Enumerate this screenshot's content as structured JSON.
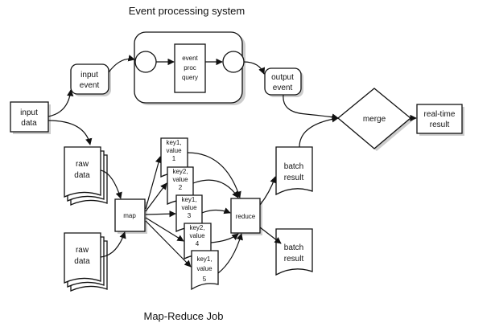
{
  "diagram": {
    "top_title": "Event processing system",
    "bottom_title": "Map-Reduce Job",
    "nodes": {
      "input_data": [
        "input",
        "data"
      ],
      "input_event": [
        "input",
        "event"
      ],
      "event_query": [
        "event",
        "proc",
        "query"
      ],
      "output_event": [
        "output",
        "event"
      ],
      "merge": "merge",
      "realtime_result": [
        "real-time",
        "result"
      ],
      "raw_data_1": [
        "raw",
        "data"
      ],
      "raw_data_2": [
        "raw",
        "data"
      ],
      "map": "map",
      "kv": [
        [
          "key1,",
          "value",
          "1"
        ],
        [
          "key2,",
          "value",
          "2"
        ],
        [
          "key1,",
          "value",
          "3"
        ],
        [
          "key2,",
          "value",
          "4"
        ],
        [
          "key1,",
          "value",
          "5"
        ]
      ],
      "reduce": "reduce",
      "batch_result_1": [
        "batch",
        "result"
      ],
      "batch_result_2": [
        "batch",
        "result"
      ]
    }
  }
}
